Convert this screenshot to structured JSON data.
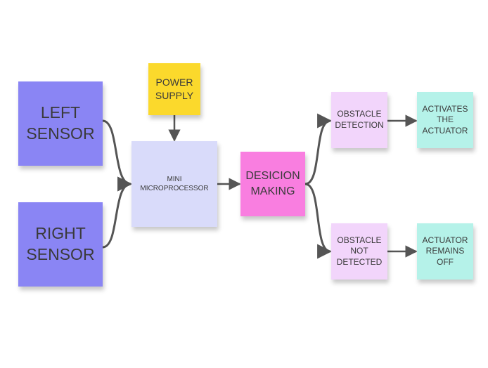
{
  "colors": {
    "sensor": "#8a85f4",
    "power": "#fbd92c",
    "processor": "#d9dbfa",
    "decision": "#f97ee0",
    "outcome": "#f2d5fb",
    "action": "#b5f2e9",
    "connector": "#555555"
  },
  "nodes": {
    "left_sensor": "LEFT\nSENSOR",
    "right_sensor": "RIGHT\nSENSOR",
    "power_supply": "POWER\nSUPPLY",
    "mini_microprocessor": "MINI\nMICROPROCESSOR",
    "decision_making": "DESICION\nMAKING",
    "obstacle_detection": "OBSTACLE\nDETECTION",
    "obstacle_not_detected": "OBSTACLE\nNOT\nDETECTED",
    "activates_actuator": "ACTIVATES\nTHE\nACTUATOR",
    "actuator_remains_off": "ACTUATOR\nREMAINS\nOFF"
  },
  "edges": [
    {
      "from": "left_sensor",
      "to": "mini_microprocessor"
    },
    {
      "from": "right_sensor",
      "to": "mini_microprocessor"
    },
    {
      "from": "power_supply",
      "to": "mini_microprocessor"
    },
    {
      "from": "mini_microprocessor",
      "to": "decision_making"
    },
    {
      "from": "decision_making",
      "to": "obstacle_detection"
    },
    {
      "from": "decision_making",
      "to": "obstacle_not_detected"
    },
    {
      "from": "obstacle_detection",
      "to": "activates_actuator"
    },
    {
      "from": "obstacle_not_detected",
      "to": "actuator_remains_off"
    }
  ]
}
